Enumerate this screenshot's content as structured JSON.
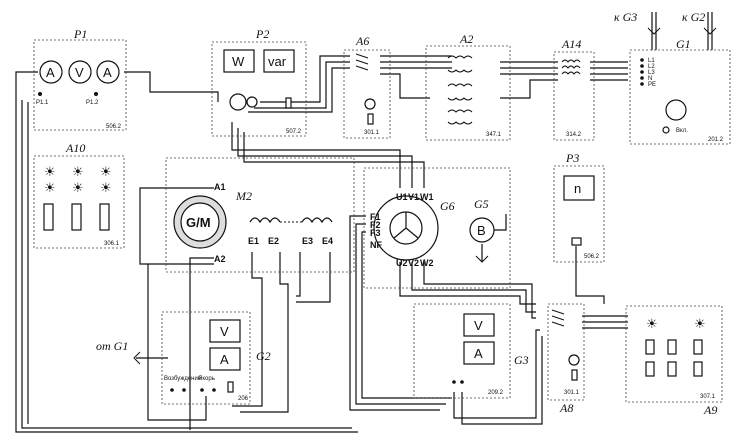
{
  "modules": {
    "P1": {
      "label": "P1",
      "meters": [
        "A",
        "V",
        "A"
      ],
      "terminals": [
        "P1.1",
        "P1.2"
      ],
      "code": "506.2"
    },
    "P2": {
      "label": "P2",
      "meters": [
        "W",
        "var"
      ],
      "code": "507.2"
    },
    "A6": {
      "label": "A6",
      "code": "301.1"
    },
    "A2": {
      "label": "A2",
      "code": "347.1"
    },
    "A14": {
      "label": "A14",
      "code": "314.2"
    },
    "G1": {
      "label": "G1",
      "phases": [
        "L1",
        "L2",
        "L3",
        "N",
        "PE"
      ],
      "switch_label": "Вкл.",
      "code": "201.2"
    },
    "A10": {
      "label": "A10",
      "code": "306.1"
    },
    "M2": {
      "label": "M2",
      "machine": "G/M",
      "terminals": [
        "A1",
        "A2"
      ],
      "field_terminals": [
        "E1",
        "E2",
        "E3",
        "E4"
      ]
    },
    "G6": {
      "label": "G6",
      "stator": [
        "U1",
        "V1",
        "W1"
      ],
      "stator_out": [
        "U2",
        "V2",
        "W2"
      ],
      "rotor": [
        "F1",
        "F2",
        "F3",
        "NF"
      ]
    },
    "G5": {
      "label": "G5",
      "symbol": "B"
    },
    "P3": {
      "label": "P3",
      "meter": "n",
      "code": "506.2"
    },
    "G2": {
      "label": "G2",
      "meters": [
        "V",
        "A"
      ],
      "controls": [
        "Возбуждение",
        "Якорь"
      ],
      "code": "206"
    },
    "G3": {
      "label": "G3",
      "meters": [
        "V",
        "A"
      ],
      "code": "209.2"
    },
    "A8": {
      "label": "A8",
      "code": "301.1"
    },
    "A9": {
      "label": "A9",
      "code": "307.1"
    }
  },
  "inputs": {
    "top_g3": "к G3",
    "top_g2": "к G2",
    "left_g1": "от G1"
  }
}
